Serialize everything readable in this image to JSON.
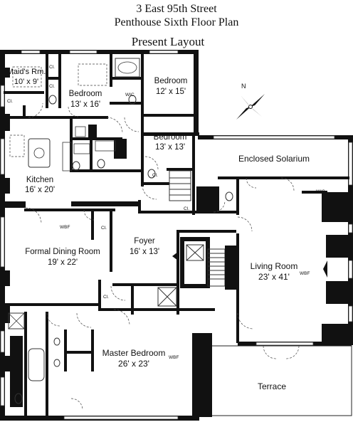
{
  "header": {
    "address": "3 East 95th Street",
    "plan_name": "Penthouse Sixth Floor Plan",
    "subtitle": "Present Layout"
  },
  "rooms": {
    "maids_room": {
      "name": "Maid's Rm.",
      "size": "10' x 9'"
    },
    "bedroom_1": {
      "name": "Bedroom",
      "size": "13' x 16'"
    },
    "bedroom_2": {
      "name": "Bedroom",
      "size": "12' x 15'"
    },
    "bedroom_3": {
      "name": "Bedroom",
      "size": "13' x 13'"
    },
    "kitchen": {
      "name": "Kitchen",
      "size": "16' x 20'"
    },
    "enclosed_solarium": {
      "name": "Enclosed Solarium"
    },
    "formal_dining": {
      "name": "Formal Dining Room",
      "size": "19' x 22'"
    },
    "foyer": {
      "name": "Foyer",
      "size": "16' x 13'"
    },
    "living_room": {
      "name": "Living Room",
      "size": "23' x 41'"
    },
    "master_bedroom": {
      "name": "Master Bedroom",
      "size": "26' x 23'"
    },
    "terrace": {
      "name": "Terrace"
    }
  },
  "small_labels": {
    "closet": "Cl.",
    "walk_in_closet": "WIC",
    "wood_burning_fireplace": "WBF"
  },
  "compass": {
    "north_label": "N"
  }
}
